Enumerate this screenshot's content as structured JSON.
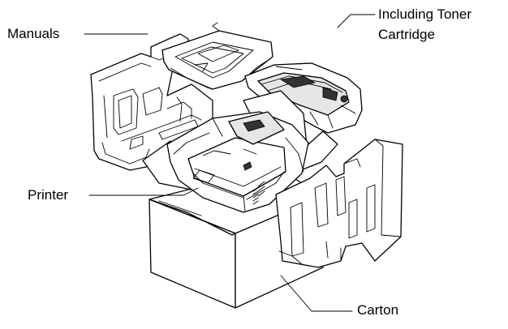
{
  "labels": {
    "manuals": "Manuals",
    "toner_line1": "Including Toner",
    "toner_line2": "Cartridge",
    "printer": "Printer",
    "carton": "Carton"
  },
  "colors": {
    "ink": "#000000",
    "background": "#ffffff",
    "shade": "#e6e6e6"
  }
}
